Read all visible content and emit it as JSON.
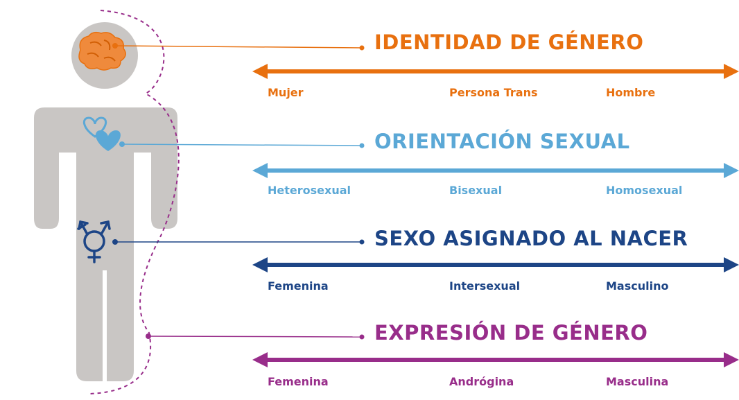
{
  "colors": {
    "figure": "#c9c6c4",
    "orange": "#e8700f",
    "lightblue": "#5ba8d6",
    "darkblue": "#1d4586",
    "purple": "#982d8a"
  },
  "icons": {
    "brain": "brain-icon",
    "hearts": "hearts-icon",
    "gender": "transgender-symbol-icon"
  },
  "sections": [
    {
      "title": "IDENTIDAD DE GÉNERO",
      "color": "orange",
      "labels": [
        "Mujer",
        "Persona Trans",
        "Hombre"
      ]
    },
    {
      "title": "ORIENTACIÓN SEXUAL",
      "color": "lightblue",
      "labels": [
        "Heterosexual",
        "Bisexual",
        "Homosexual"
      ]
    },
    {
      "title": "SEXO ASIGNADO AL NACER",
      "color": "darkblue",
      "labels": [
        "Femenina",
        "Intersexual",
        "Masculino"
      ]
    },
    {
      "title": "EXPRESIÓN DE GÉNERO",
      "color": "purple",
      "labels": [
        "Femenina",
        "Andrógina",
        "Masculina"
      ]
    }
  ]
}
